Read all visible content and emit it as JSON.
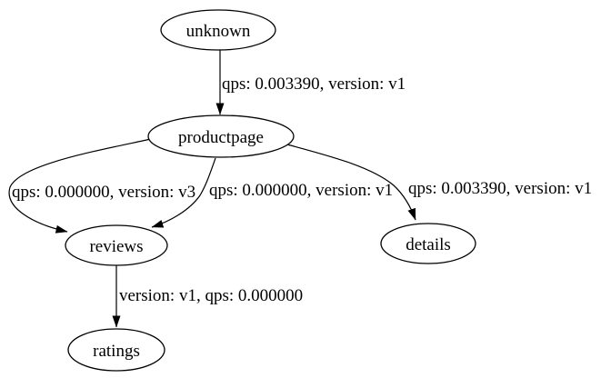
{
  "canvas": {
    "background": "#ffffff",
    "stroke_color": "#000000",
    "text_color": "#000000"
  },
  "graph": {
    "type": "directed-service-graph",
    "nodes": [
      {
        "id": "unknown",
        "label": "unknown"
      },
      {
        "id": "productpage",
        "label": "productpage"
      },
      {
        "id": "reviews",
        "label": "reviews"
      },
      {
        "id": "details",
        "label": "details"
      },
      {
        "id": "ratings",
        "label": "ratings"
      }
    ],
    "edges": [
      {
        "from": "unknown",
        "to": "productpage",
        "label": "qps: 0.003390, version: v1"
      },
      {
        "from": "productpage",
        "to": "reviews",
        "label": "qps: 0.000000, version: v3"
      },
      {
        "from": "productpage",
        "to": "reviews",
        "label": "qps: 0.000000, version: v1"
      },
      {
        "from": "productpage",
        "to": "details",
        "label": "qps: 0.003390, version: v1"
      },
      {
        "from": "reviews",
        "to": "ratings",
        "label": "version: v1, qps: 0.000000"
      }
    ]
  }
}
